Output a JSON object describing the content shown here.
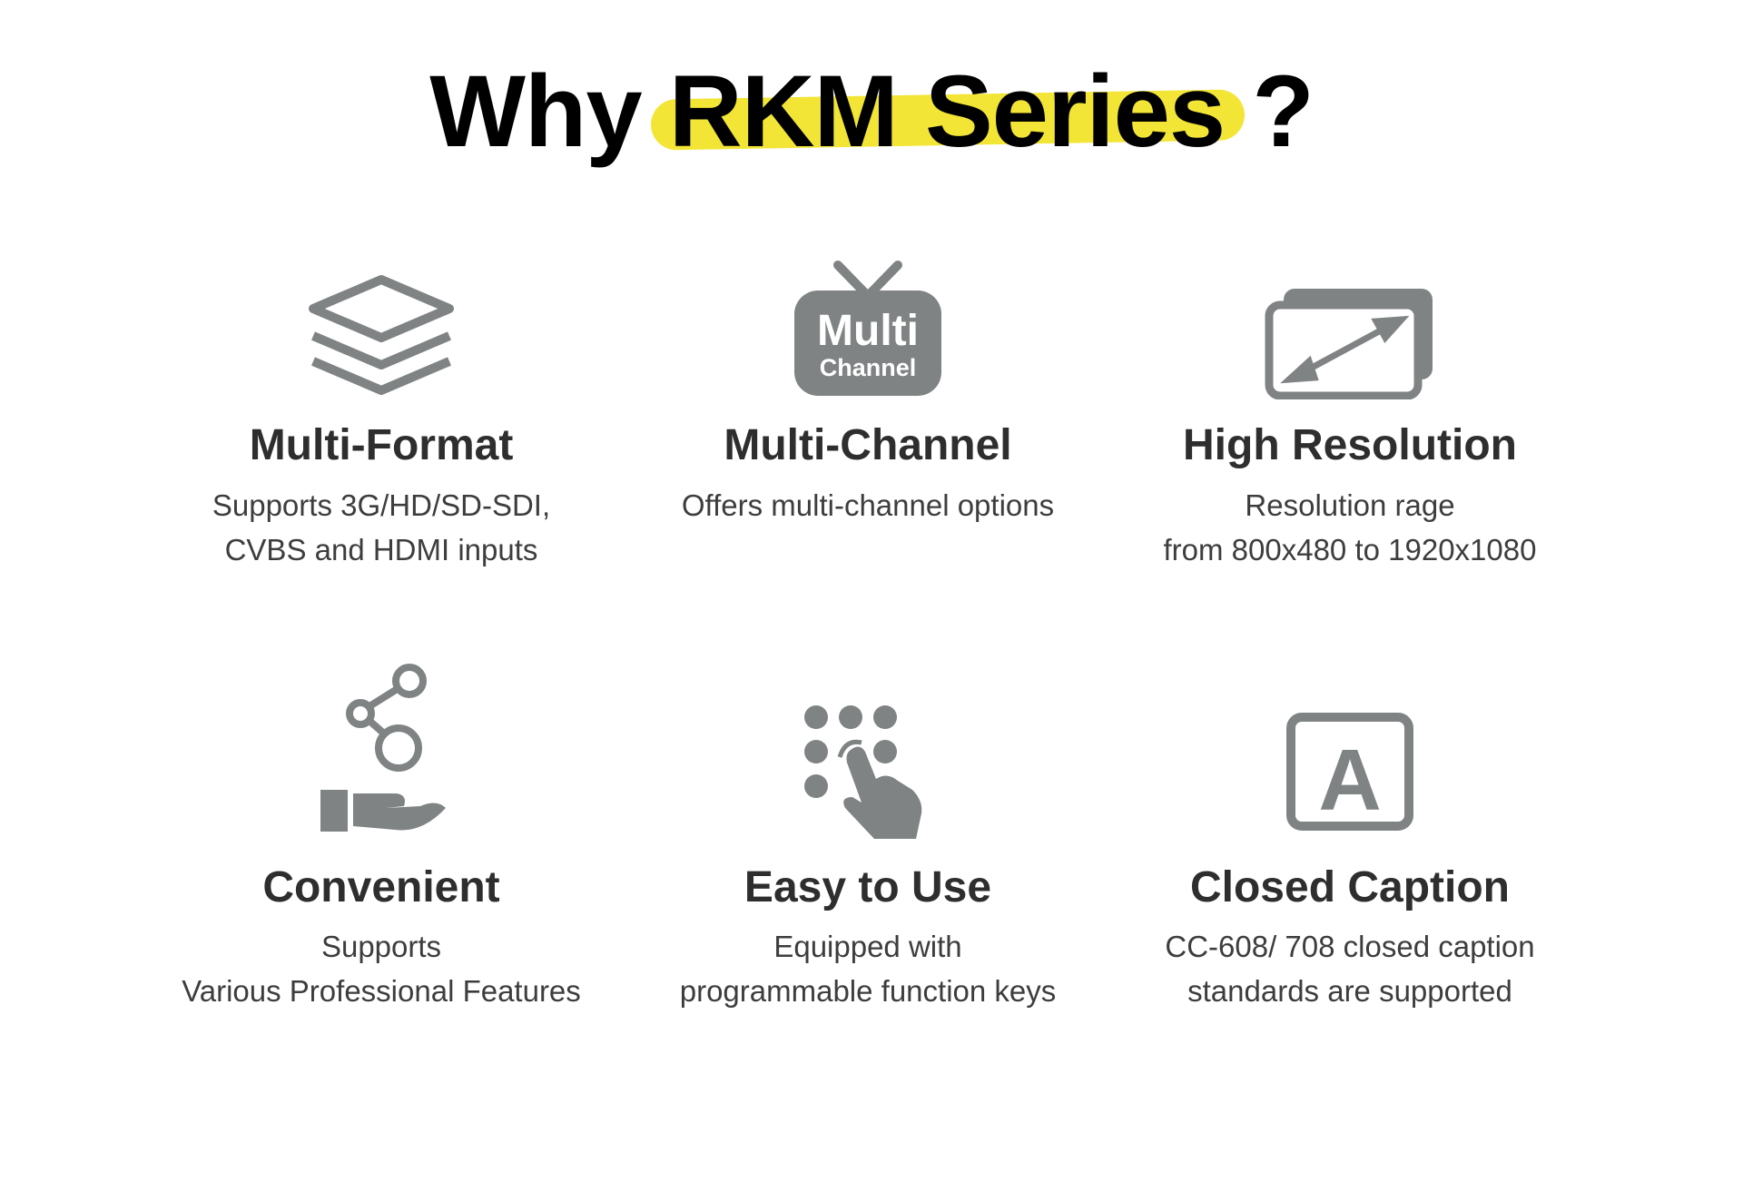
{
  "title": {
    "prefix": "Why",
    "highlight": "RKM Series",
    "suffix": "?"
  },
  "colors": {
    "highlight": "#f2e536",
    "icon": "#7f8384"
  },
  "features": [
    {
      "icon": "layers-icon",
      "heading": "Multi-Format",
      "lines": [
        "Supports 3G/HD/SD-SDI,",
        "CVBS and HDMI inputs"
      ]
    },
    {
      "icon": "tv-icon",
      "icon_text": [
        "Multi",
        "Channel"
      ],
      "heading": "Multi-Channel",
      "lines": [
        "Offers multi-channel options"
      ]
    },
    {
      "icon": "resize-screen-icon",
      "heading": "High Resolution",
      "lines": [
        "Resolution rage",
        "from 800x480 to 1920x1080"
      ]
    },
    {
      "icon": "hand-share-icon",
      "heading": "Convenient",
      "lines": [
        "Supports",
        "Various Professional Features"
      ]
    },
    {
      "icon": "keypad-touch-icon",
      "heading": "Easy to Use",
      "lines": [
        "Equipped with",
        "programmable function keys"
      ]
    },
    {
      "icon": "caption-a-icon",
      "icon_text": [
        "A"
      ],
      "heading": "Closed Caption",
      "lines": [
        "CC-608/ 708 closed caption",
        "standards are supported"
      ]
    }
  ]
}
